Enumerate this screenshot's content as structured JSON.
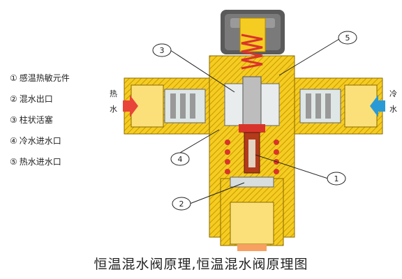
{
  "legend": [
    {
      "number": "①",
      "label": "感温热敏元件"
    },
    {
      "number": "②",
      "label": "混水出口"
    },
    {
      "number": "③",
      "label": "柱状活塞"
    },
    {
      "number": "④",
      "label": "冷水进水口"
    },
    {
      "number": "⑤",
      "label": "热水进水口"
    }
  ],
  "callouts": [
    "3",
    "5",
    "4",
    "1",
    "2"
  ],
  "inlets": {
    "hot": {
      "line1": "热",
      "line2": "水"
    },
    "cold": {
      "line1": "冷",
      "line2": "水"
    }
  },
  "caption": "恒温混水阀原理,恒温混水阀原理图",
  "colors": {
    "brass": "#f5cc22",
    "brass_dark": "#b58a00",
    "hot_arrow": "#e8443a",
    "cold_arrow": "#2a9ad6",
    "spring": "#d9342b",
    "cap": "#555555"
  }
}
